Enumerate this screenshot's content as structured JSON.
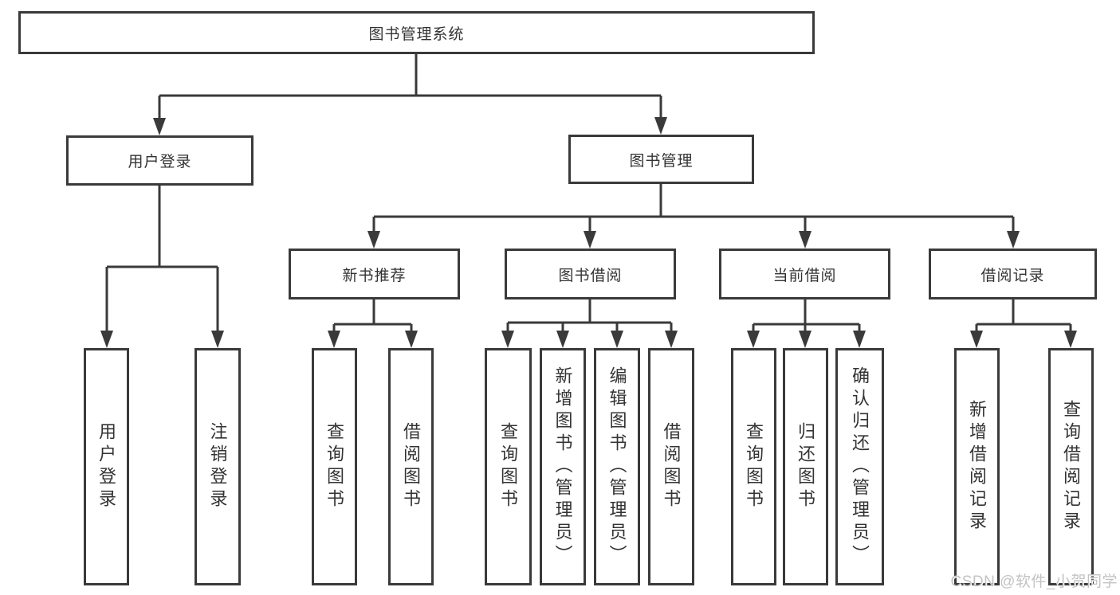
{
  "diagram": {
    "root": {
      "label": "图书管理系统"
    },
    "level2": [
      {
        "id": "user-login",
        "label": "用户登录"
      },
      {
        "id": "book-management",
        "label": "图书管理"
      }
    ],
    "level3": [
      {
        "id": "new-book-recommendation",
        "label": "新书推荐"
      },
      {
        "id": "book-borrowing",
        "label": "图书借阅"
      },
      {
        "id": "current-borrowing",
        "label": "当前借阅"
      },
      {
        "id": "borrowing-records",
        "label": "借阅记录"
      }
    ],
    "leaves": {
      "user_login": [
        "用户登录",
        "注销登录"
      ],
      "new_book": [
        "查询图书",
        "借阅图书"
      ],
      "book_borrowing": [
        "查询图书",
        "新增图书（管理员）",
        "编辑图书（管理员）",
        "借阅图书"
      ],
      "current_borrowing": [
        "查询图书",
        "归还图书",
        "确认归还（管理员）"
      ],
      "borrowing_records": [
        "新增借阅记录",
        "查询借阅记录"
      ]
    },
    "watermark": "CSDN @软件_小贺同学",
    "colors": {
      "line": "#3a3a3a",
      "text": "#333333",
      "watermark": "#c3c3c3",
      "background": "#ffffff"
    }
  }
}
